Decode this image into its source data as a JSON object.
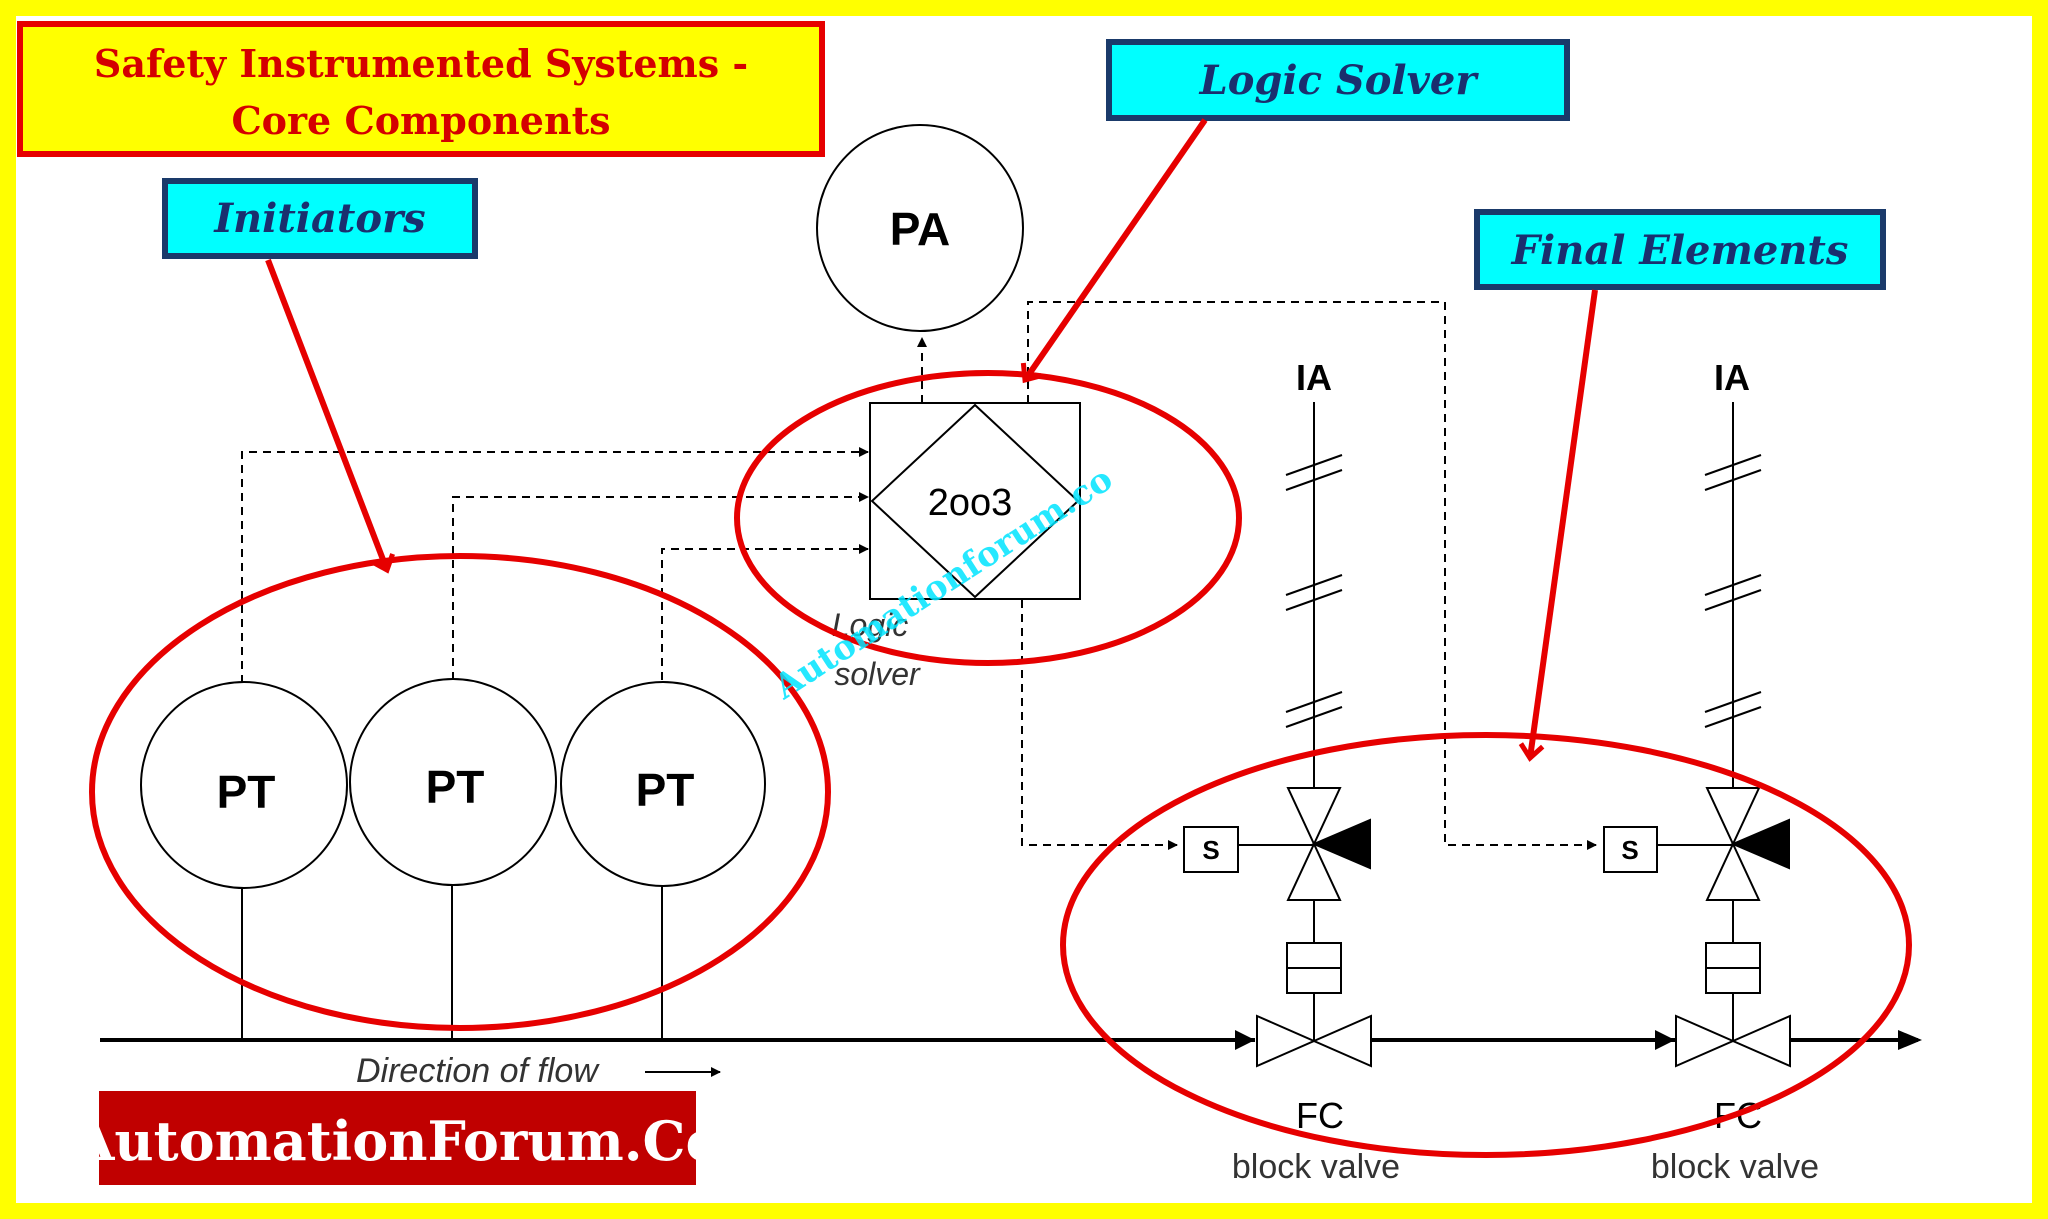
{
  "title": {
    "line1": "Safety Instrumented Systems -",
    "line2": "Core Components"
  },
  "callouts": {
    "initiators": "Initiators",
    "logic_solver": "Logic Solver",
    "final_elements": "Final Elements"
  },
  "instruments": {
    "pa": "PA",
    "pt1": "PT",
    "pt2": "PT",
    "pt3": "PT",
    "voting": "2oo3",
    "logic_caption_1": "Logic",
    "logic_caption_2": "solver",
    "ia_1": "IA",
    "ia_2": "IA",
    "solenoid_1": "S",
    "solenoid_2": "S",
    "fc_1": "FC",
    "fc_2": "FC",
    "block_valve_1": "block valve",
    "block_valve_2": "block valve"
  },
  "flow_label": "Direction of flow",
  "watermark": "Automationforum.co",
  "brand": "AutomationForum.Co",
  "colors": {
    "frame": "#ffff00",
    "callout_fill": "#00ffff",
    "callout_border": "#1a3a6a",
    "callout_text": "#1a2f6e",
    "highlight_red": "#e60000",
    "title_fill": "#ffff00",
    "title_text": "#d40000",
    "brand_fill": "#c00000",
    "brand_text": "#ffffff",
    "watermark": "#00e5ff"
  }
}
